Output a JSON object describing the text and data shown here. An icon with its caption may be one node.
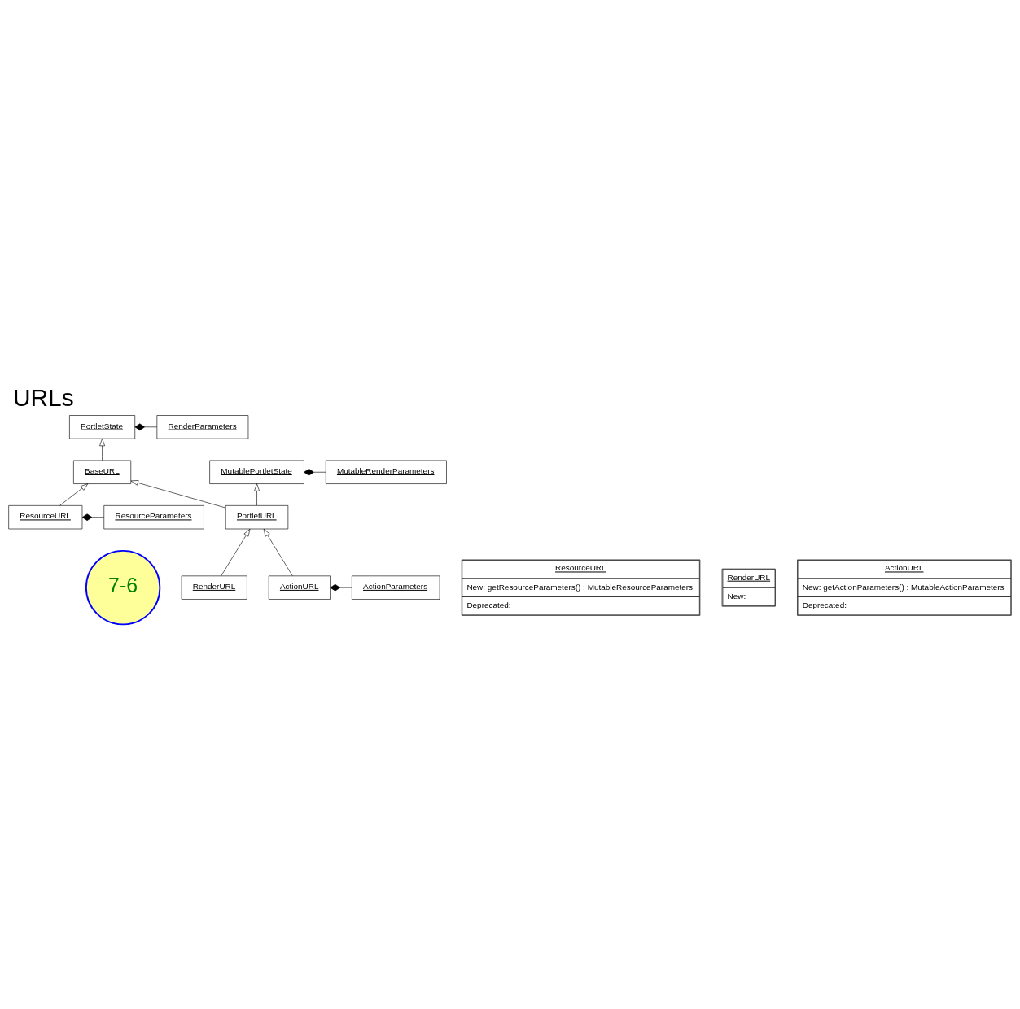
{
  "diagram": {
    "title": "URLs",
    "nodes": [
      {
        "text": [
          "7-6"
        ]
      },
      {
        "text": [
          "PortletState"
        ]
      },
      {
        "text": [
          "RenderParameters"
        ]
      },
      {
        "text": [
          "BaseURL"
        ]
      },
      {
        "text": [
          "ResourceURL"
        ]
      },
      {
        "text": [
          "ResourceParameters"
        ]
      },
      {
        "text": [
          "MutablePortletState"
        ]
      },
      {
        "text": [
          "MutableRenderParameters"
        ]
      },
      {
        "text": [
          "PortletURL"
        ]
      },
      {
        "text": [
          "RenderURL"
        ]
      },
      {
        "text": [
          "ActionURL"
        ]
      },
      {
        "text": [
          "ActionParameters"
        ]
      },
      {
        "text": [
          "ResourceURL",
          "New: getResourceParameters() : MutableResourceParameters",
          "Deprecated:"
        ]
      },
      {
        "text": [
          "RenderURL",
          "New:"
        ]
      },
      {
        "text": [
          "ActionURL",
          "New: getActionParameters() : MutableActionParameters",
          "Deprecated:"
        ]
      }
    ],
    "edges": [
      {
        "from": 1,
        "to": 2,
        "arrow": "other"
      },
      {
        "from": 3,
        "to": 1,
        "arrow": "to"
      },
      {
        "from": 8,
        "to": 3,
        "arrow": "to"
      },
      {
        "from": 4,
        "to": 3,
        "arrow": "to"
      },
      {
        "from": 4,
        "to": 5,
        "arrow": "other"
      },
      {
        "from": 6,
        "to": 7,
        "arrow": "other"
      },
      {
        "from": 8,
        "to": 6,
        "arrow": "to"
      },
      {
        "from": 10,
        "to": 8,
        "arrow": "to"
      },
      {
        "from": 9,
        "to": 8,
        "arrow": "to"
      },
      {
        "from": 10,
        "to": 11,
        "arrow": "other"
      }
    ]
  }
}
